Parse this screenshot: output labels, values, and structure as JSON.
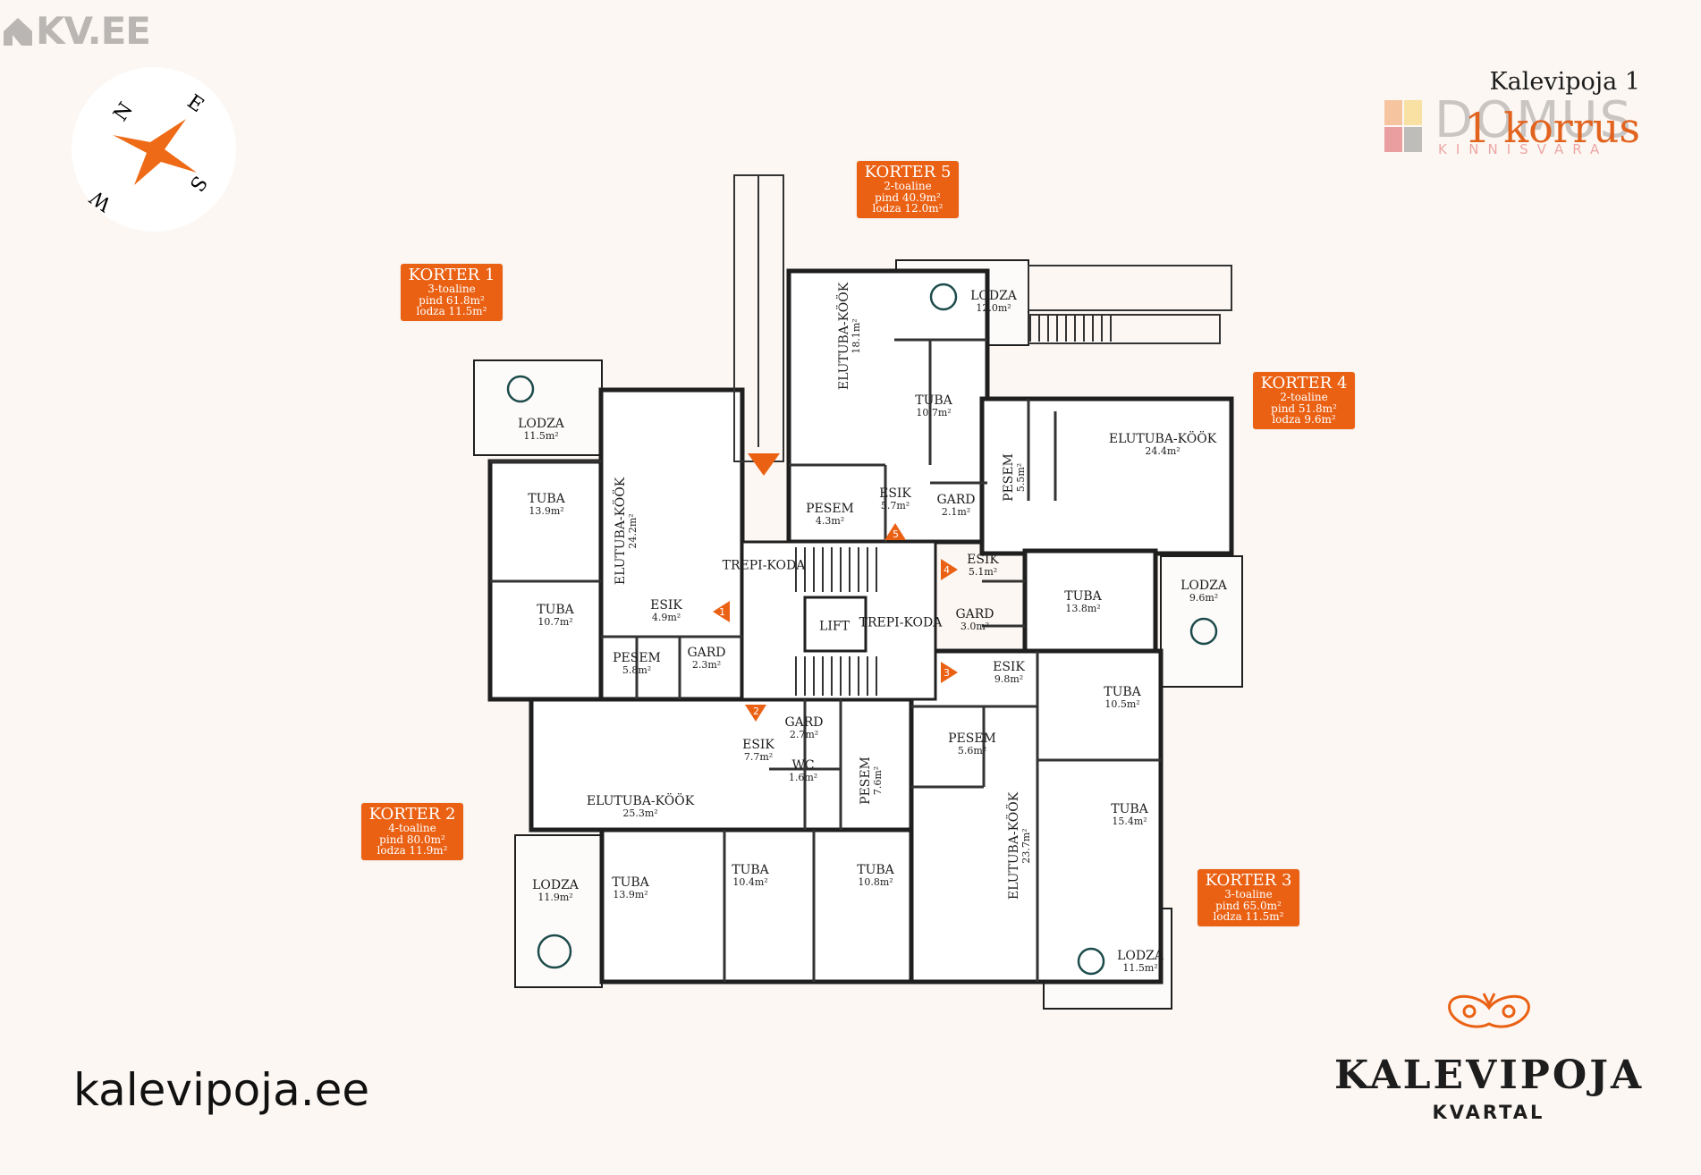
{
  "branding": {
    "kv_logo": "KV.EE",
    "watermark_main": "DOMUS",
    "watermark_sub": "KINNISVARA",
    "website": "kalevipoja.ee",
    "project_logo_main": "KALEVIPOJA",
    "project_logo_sub": "KVARTAL"
  },
  "header": {
    "address": "Kalevipoja 1",
    "floor": "1 korrus"
  },
  "compass": {
    "n": "N",
    "e": "E",
    "s": "S",
    "w": "W"
  },
  "colors": {
    "accent": "#ea6114",
    "wall": "#1f1f1f",
    "background": "#fcf7f3"
  },
  "apartments": [
    {
      "title": "KORTER 1",
      "rooms_count": "3-toaline",
      "area": "pind 61.8m²",
      "loggia": "lodza 11.5m²"
    },
    {
      "title": "KORTER 2",
      "rooms_count": "4-toaline",
      "area": "pind 80.0m²",
      "loggia": "lodza 11.9m²"
    },
    {
      "title": "KORTER 3",
      "rooms_count": "3-toaline",
      "area": "pind 65.0m²",
      "loggia": "lodza 11.5m²"
    },
    {
      "title": "KORTER 4",
      "rooms_count": "2-toaline",
      "area": "pind 51.8m²",
      "loggia": "lodza 9.6m²"
    },
    {
      "title": "KORTER 5",
      "rooms_count": "2-toaline",
      "area": "pind 40.9m²",
      "loggia": "lodza 12.0m²"
    }
  ],
  "rooms": [
    {
      "name": "LODZA",
      "area": "11.5m²"
    },
    {
      "name": "TUBA",
      "area": "13.9m²"
    },
    {
      "name": "ELUTUBA-KÖÖK",
      "area": "24.2m²"
    },
    {
      "name": "TUBA",
      "area": "10.7m²"
    },
    {
      "name": "ESIK",
      "area": "4.9m²"
    },
    {
      "name": "PESEM",
      "area": "5.8m²"
    },
    {
      "name": "GARD",
      "area": "2.3m²"
    },
    {
      "name": "ELUTUBA-KÖÖK",
      "area": "18.1m²"
    },
    {
      "name": "TUBA",
      "area": "10.7m²"
    },
    {
      "name": "PESEM",
      "area": "4.3m²"
    },
    {
      "name": "ESIK",
      "area": "5.7m²"
    },
    {
      "name": "GARD",
      "area": "2.1m²"
    },
    {
      "name": "LODZA",
      "area": "12.0m²"
    },
    {
      "name": "TREPI-KODA",
      "area": ""
    },
    {
      "name": "LIFT",
      "area": ""
    },
    {
      "name": "TREPI-KODA",
      "area": ""
    },
    {
      "name": "PESEM",
      "area": "5.5m²"
    },
    {
      "name": "ELUTUBA-KÖÖK",
      "area": "24.4m²"
    },
    {
      "name": "ESIK",
      "area": "5.1m²"
    },
    {
      "name": "GARD",
      "area": "3.0m²"
    },
    {
      "name": "TUBA",
      "area": "13.8m²"
    },
    {
      "name": "LODZA",
      "area": "9.6m²"
    },
    {
      "name": "ESIK",
      "area": "9.8m²"
    },
    {
      "name": "TUBA",
      "area": "10.5m²"
    },
    {
      "name": "PESEM",
      "area": "5.6m²"
    },
    {
      "name": "ELUTUBA-KÖÖK",
      "area": "23.7m²"
    },
    {
      "name": "TUBA",
      "area": "15.4m²"
    },
    {
      "name": "LODZA",
      "area": "11.5m²"
    },
    {
      "name": "GARD",
      "area": "2.7m²"
    },
    {
      "name": "ESIK",
      "area": "7.7m²"
    },
    {
      "name": "WC",
      "area": "1.6m²"
    },
    {
      "name": "PESEM",
      "area": "7.6m²"
    },
    {
      "name": "ELUTUBA-KÖÖK",
      "area": "25.3m²"
    },
    {
      "name": "LODZA",
      "area": "11.9m²"
    },
    {
      "name": "TUBA",
      "area": "13.9m²"
    },
    {
      "name": "TUBA",
      "area": "10.4m²"
    },
    {
      "name": "TUBA",
      "area": "10.8m²"
    }
  ],
  "entrances": [
    "1",
    "2",
    "3",
    "4",
    "5"
  ]
}
